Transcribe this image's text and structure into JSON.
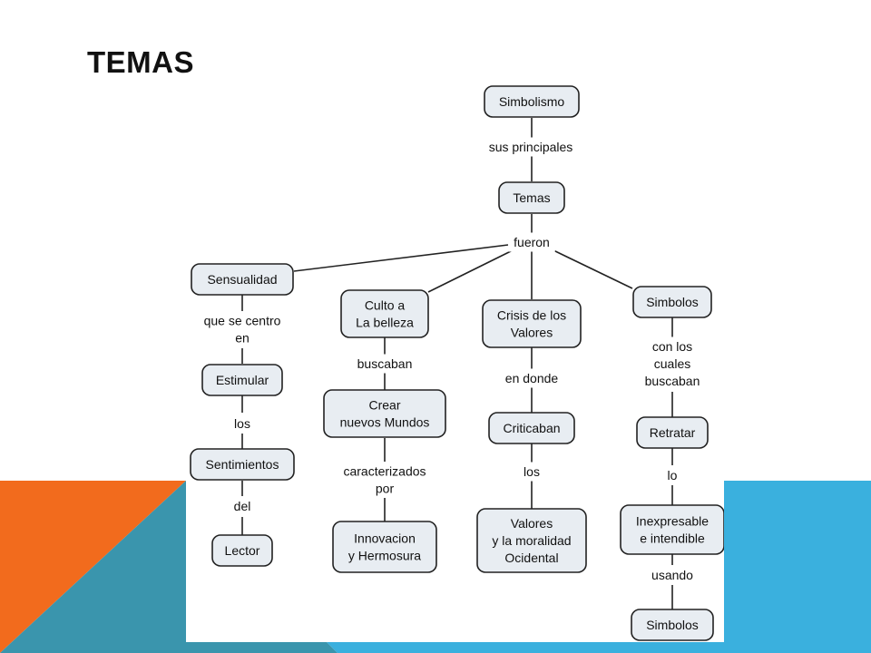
{
  "title": "TEMAS",
  "colors": {
    "orange": "#f26b1d",
    "teal": "#3a95ad",
    "blue": "#3ab0de",
    "node_fill": "#e8edf2"
  },
  "map": {
    "root": "Simbolismo",
    "root_link": "sus principales",
    "topic": "Temas",
    "topic_link": "fueron",
    "branches": [
      {
        "concept": [
          "Sensualidad"
        ],
        "link1": [
          "que se centro",
          "en"
        ],
        "node2": [
          "Estimular"
        ],
        "link2": [
          "los"
        ],
        "node3": [
          "Sentimientos"
        ],
        "link3": [
          "del"
        ],
        "node4": [
          "Lector"
        ]
      },
      {
        "concept": [
          "Culto a",
          "La belleza"
        ],
        "link1": [
          "buscaban"
        ],
        "node2": [
          "Crear",
          "nuevos Mundos"
        ],
        "link2": [
          "caracterizados",
          "por"
        ],
        "node3": [
          "Innovacion",
          "y Hermosura"
        ]
      },
      {
        "concept": [
          "Crisis de los",
          "Valores"
        ],
        "link1": [
          "en donde"
        ],
        "node2": [
          "Criticaban"
        ],
        "link2": [
          "los"
        ],
        "node3": [
          "Valores",
          "y la moralidad",
          "Ocidental"
        ]
      },
      {
        "concept": [
          "Simbolos"
        ],
        "link1": [
          "con los",
          "cuales",
          "buscaban"
        ],
        "node2": [
          "Retratar"
        ],
        "link2": [
          "lo"
        ],
        "node3": [
          "Inexpresable",
          "e intendible"
        ],
        "link3": [
          "usando"
        ],
        "node4": [
          "Simbolos"
        ]
      }
    ]
  }
}
